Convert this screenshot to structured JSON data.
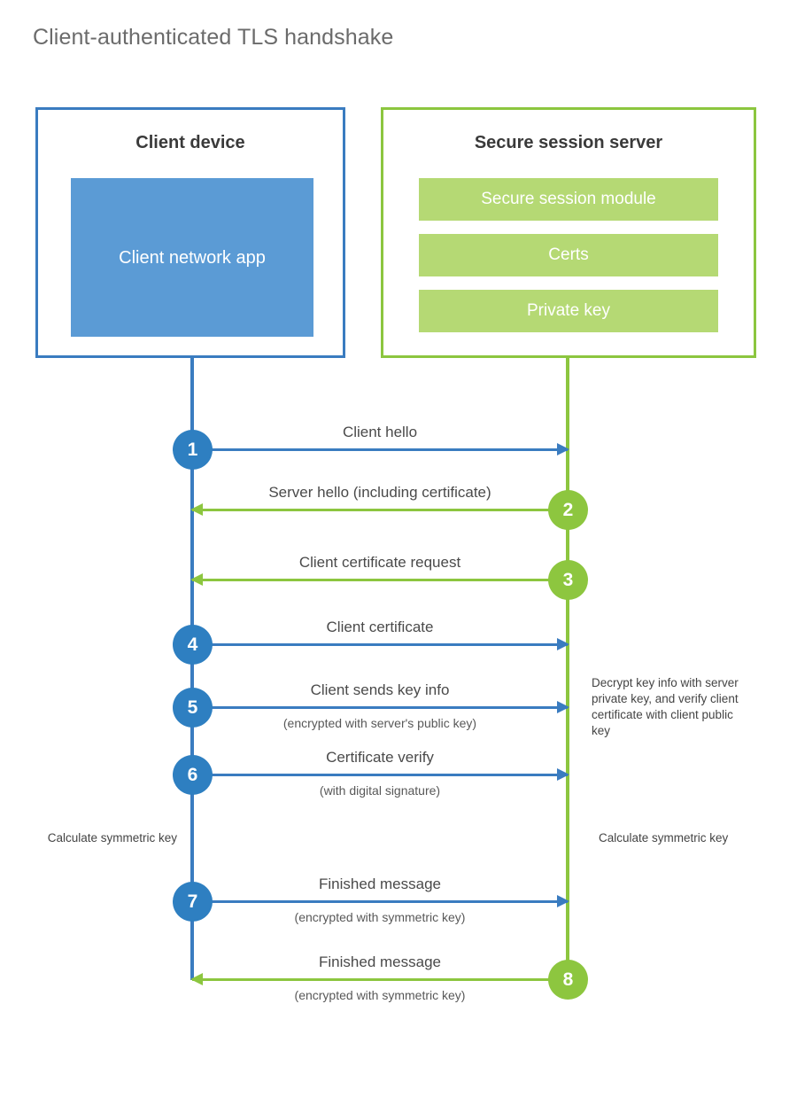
{
  "title": "Client-authenticated TLS handshake",
  "colors": {
    "client_blue": "#3a7cc0",
    "client_fill": "#5b9bd5",
    "server_green": "#8cc63f",
    "server_fill": "#b5d974",
    "badge_blue": "#2e7fc1",
    "badge_green": "#8dc63f",
    "text": "#4a4a4a"
  },
  "client": {
    "title": "Client device",
    "app_label": "Client network app"
  },
  "server": {
    "title": "Secure session server",
    "components": [
      "Secure session module",
      "Certs",
      "Private key"
    ]
  },
  "messages": [
    {
      "step": "1",
      "label": "Client hello",
      "sublabel": "",
      "direction": "client-to-server"
    },
    {
      "step": "2",
      "label": "Server hello (including certificate)",
      "sublabel": "",
      "direction": "server-to-client"
    },
    {
      "step": "3",
      "label": "Client certificate request",
      "sublabel": "",
      "direction": "server-to-client"
    },
    {
      "step": "4",
      "label": "Client certificate",
      "sublabel": "",
      "direction": "client-to-server"
    },
    {
      "step": "5",
      "label": "Client sends key info",
      "sublabel": "(encrypted with server's public key)",
      "direction": "client-to-server"
    },
    {
      "step": "6",
      "label": "Certificate verify",
      "sublabel": "(with digital signature)",
      "direction": "client-to-server"
    },
    {
      "step": "7",
      "label": "Finished message",
      "sublabel": "(encrypted with symmetric key)",
      "direction": "client-to-server"
    },
    {
      "step": "8",
      "label": "Finished message",
      "sublabel": "(encrypted with symmetric key)",
      "direction": "server-to-client"
    }
  ],
  "notes": {
    "server_decrypt": "Decrypt key info with server private key, and verify client certificate with client public key",
    "client_symmetric": "Calculate symmetric key",
    "server_symmetric": "Calculate symmetric key"
  }
}
